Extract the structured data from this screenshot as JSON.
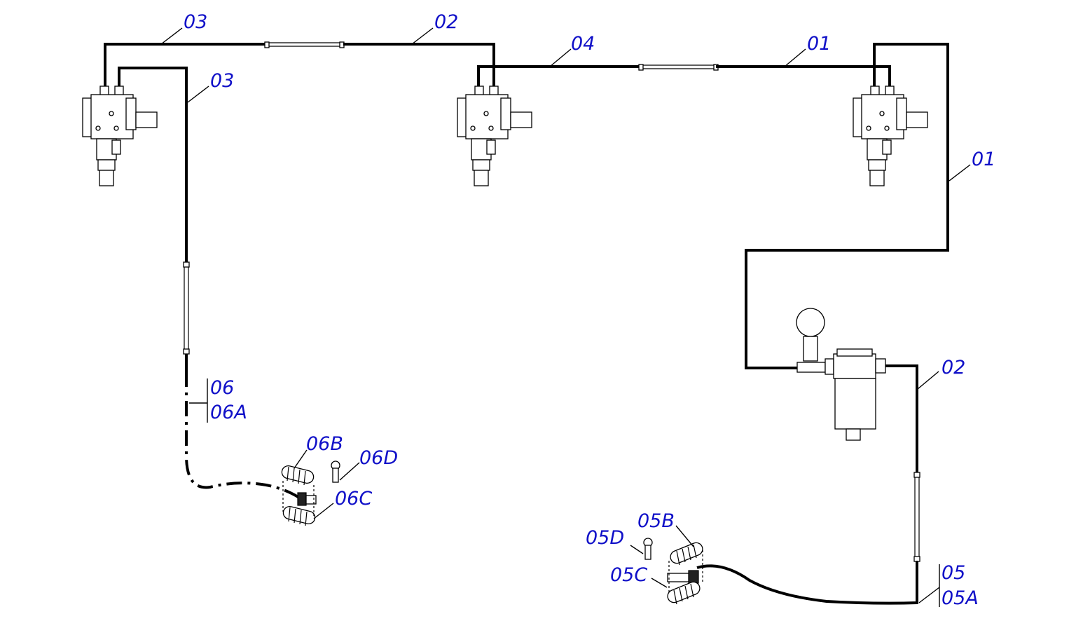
{
  "callouts": {
    "top_left_03": "03",
    "top_02": "02",
    "left_03": "03",
    "mid_04": "04",
    "top_right_01": "01",
    "right_01": "01",
    "right_02": "02",
    "label_06": "06",
    "label_06A": "06A",
    "label_06B": "06B",
    "label_06D": "06D",
    "label_06C": "06C",
    "label_05B": "05B",
    "label_05D": "05D",
    "label_05C": "05C",
    "label_05": "05",
    "label_05A": "05A"
  },
  "colors": {
    "callout_text": "#1010c8",
    "line": "#000000",
    "background": "#ffffff"
  }
}
